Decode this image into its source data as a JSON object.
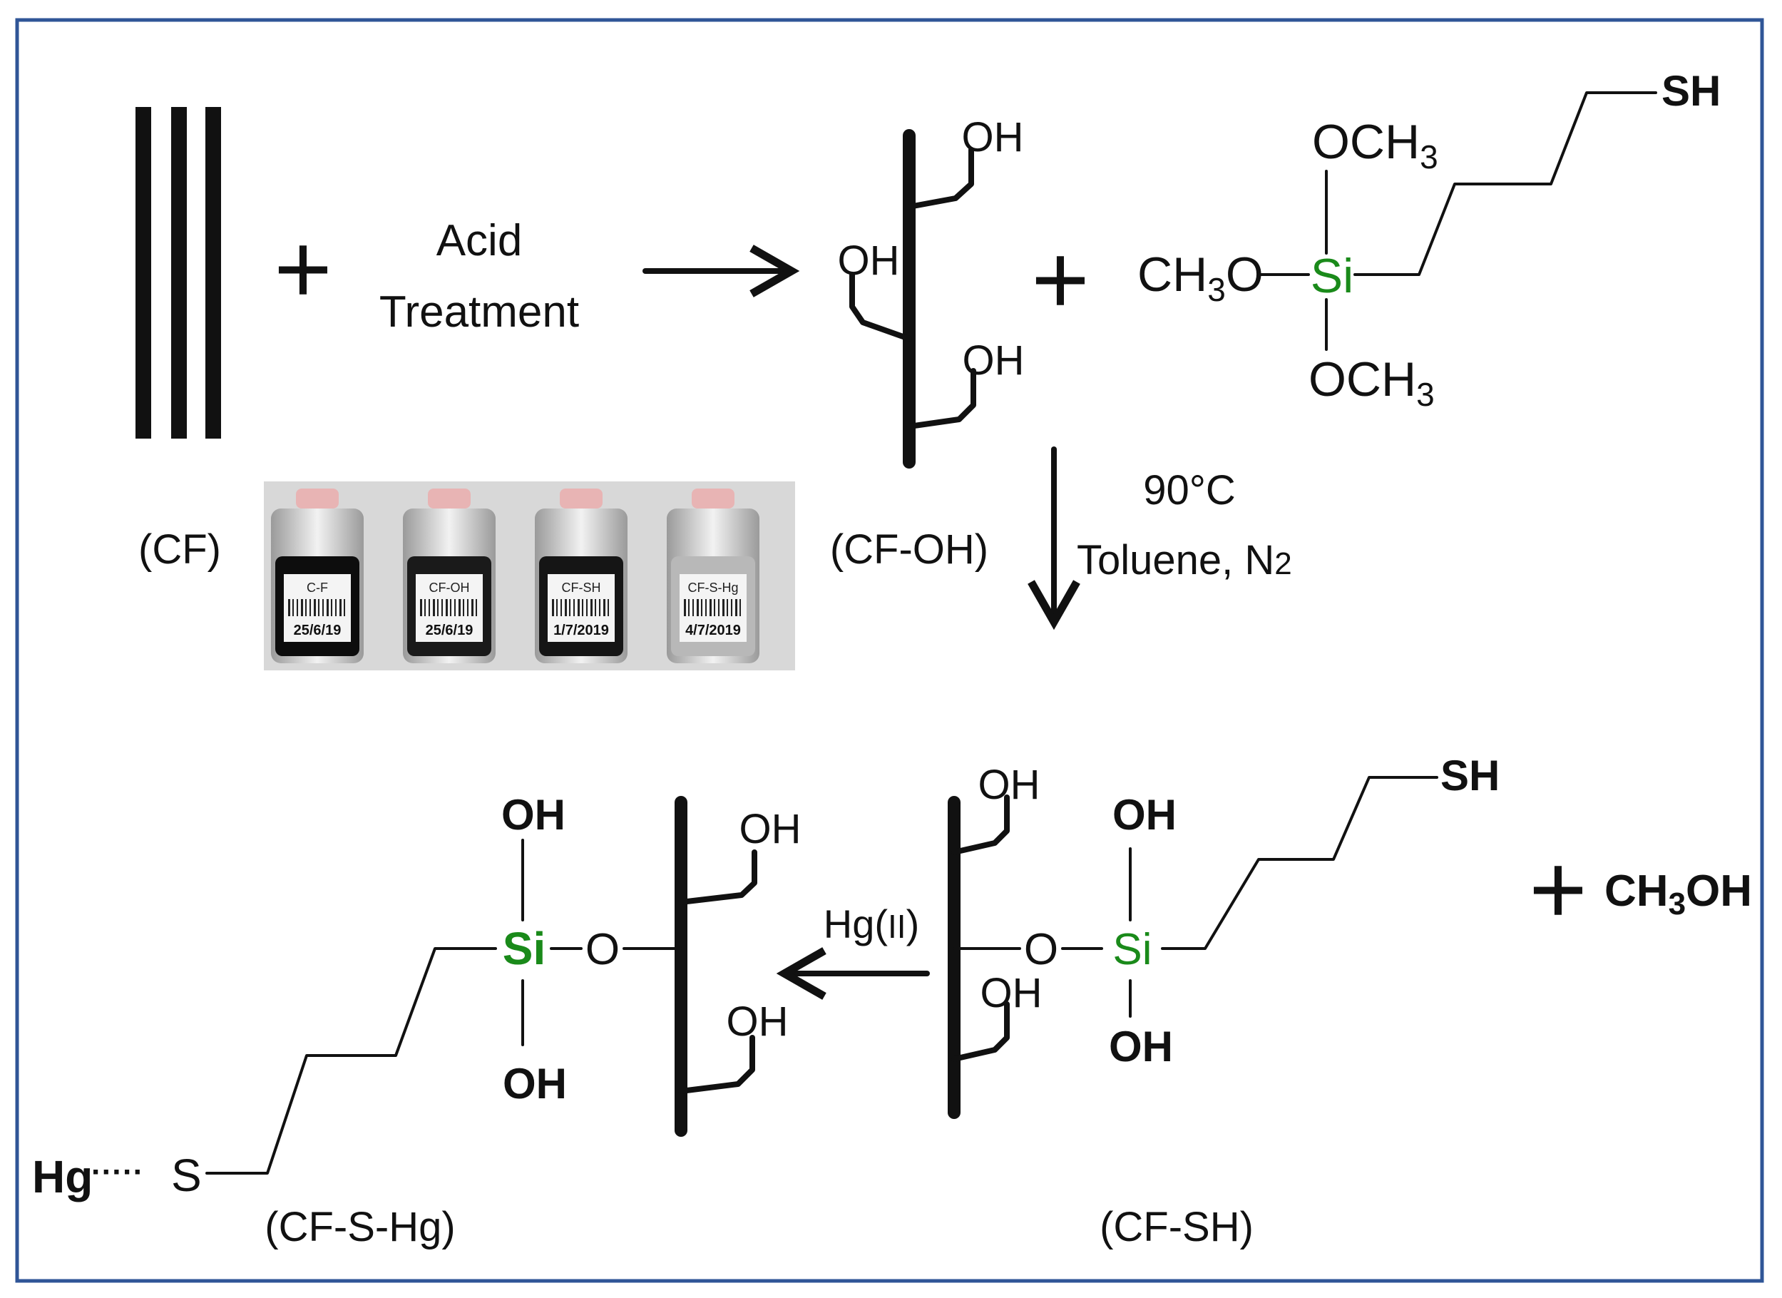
{
  "colors": {
    "frame_border": "#2f5597",
    "ink": "#111111",
    "silicon": "#1a8a1a",
    "photo_background": "#d8d8d8"
  },
  "step1": {
    "reagent_line1": "Acid",
    "reagent_line2": "Treatment",
    "cf_label": "(CF)",
    "cf_oh_label": "(CF-OH)",
    "plus": "+"
  },
  "silane": {
    "ch3o": "CH",
    "ch3o_sub": "3",
    "ch3o_tail": "O",
    "si": "Si",
    "och3_top": "OCH",
    "och3_top_sub": "3",
    "och3_bottom": "OCH",
    "och3_bottom_sub": "3",
    "sh": "SH"
  },
  "step2": {
    "temperature": "90°C",
    "solvent": "Toluene, N",
    "solvent_sub": "2"
  },
  "cf_oh": {
    "oh_top": "OH",
    "oh_left": "OH",
    "oh_bottom": "OH"
  },
  "cf_sh": {
    "label": "(CF-SH)",
    "oh_fiber_top": "OH",
    "oh_fiber_bottom": "OH",
    "o": "O",
    "si": "Si",
    "oh_si_top": "OH",
    "oh_si_bottom": "OH",
    "sh": "SH"
  },
  "byproduct": {
    "plus": "+",
    "formula_a": "CH",
    "formula_sub": "3",
    "formula_b": "OH"
  },
  "step3": {
    "reagent": "Hg(",
    "reagent_roman": "II",
    "reagent_close": ")"
  },
  "cf_s_hg": {
    "label": "(CF-S-Hg)",
    "hg": "Hg",
    "dots": "·····",
    "s": "S",
    "si": "Si",
    "o": "O",
    "oh_si_top": "OH",
    "oh_si_bottom": "OH",
    "oh_fiber_top": "OH",
    "oh_fiber_bottom": "OH"
  },
  "photo": {
    "vial_labels": [
      "C-F",
      "CF-OH",
      "CF-SH",
      "CF-S-Hg"
    ],
    "vial_dates": [
      "25/6/19",
      "25/6/19",
      "1/7/2019",
      "4/7/2019"
    ]
  }
}
